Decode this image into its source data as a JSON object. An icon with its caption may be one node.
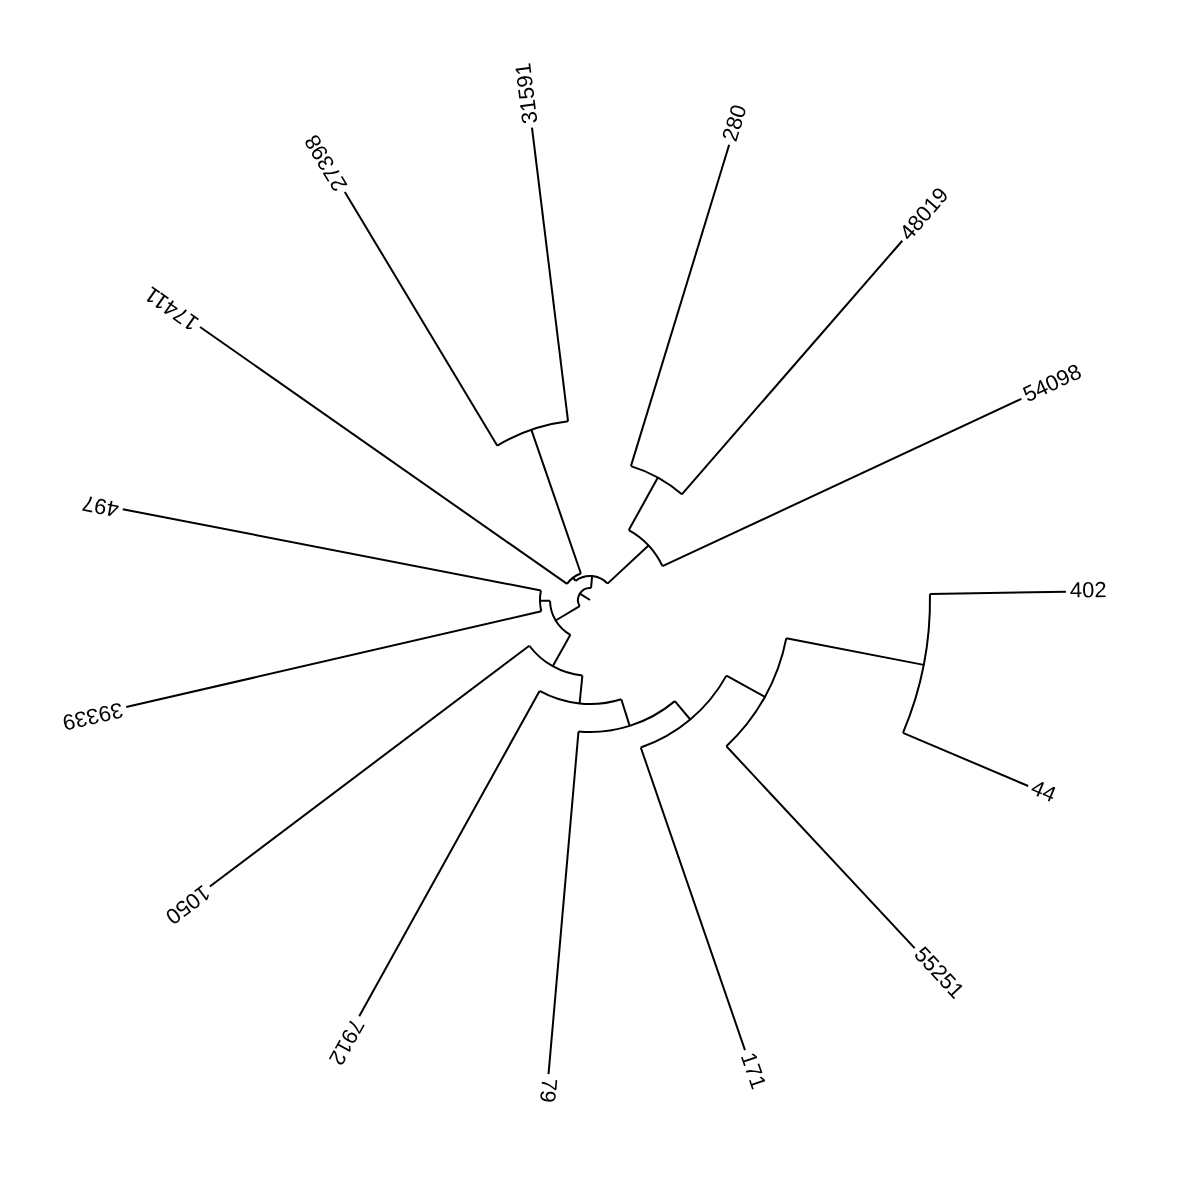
{
  "diagram": {
    "labels": [
      "402",
      "44",
      "55251",
      "171",
      "79",
      "7912",
      "1050",
      "39339",
      "497",
      "17411",
      "27398",
      "31591",
      "280",
      "48019",
      "54098"
    ]
  }
}
